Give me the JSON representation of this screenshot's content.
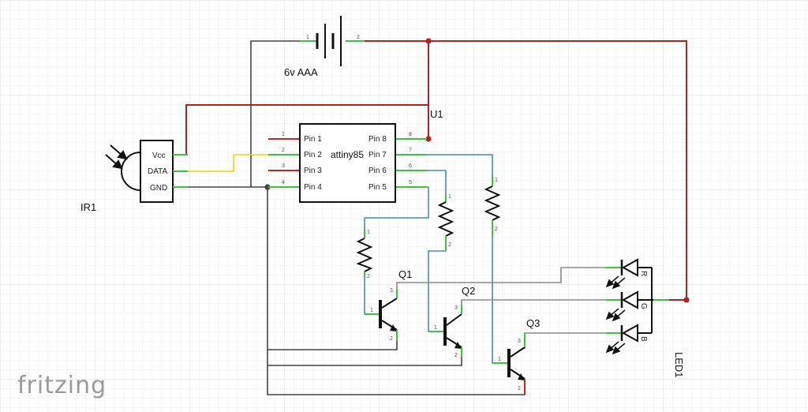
{
  "battery": {
    "label": "6v AAA",
    "pin1": "1",
    "pin2": "2"
  },
  "ir_sensor": {
    "ref": "IR1",
    "pins": [
      "Vcc",
      "DATA",
      "GND"
    ]
  },
  "mcu": {
    "ref": "U1",
    "name": "attiny85",
    "left_pins": [
      {
        "label": "Pin 1",
        "num": "1"
      },
      {
        "label": "Pin 2",
        "num": "2"
      },
      {
        "label": "Pin 3",
        "num": "3"
      },
      {
        "label": "Pin 4",
        "num": "4"
      }
    ],
    "right_pins": [
      {
        "label": "Pin 8",
        "num": "8"
      },
      {
        "label": "Pin 7",
        "num": "7"
      },
      {
        "label": "Pin 6",
        "num": "6"
      },
      {
        "label": "Pin 5",
        "num": "5"
      }
    ]
  },
  "transistors": {
    "q1": "Q1",
    "q2": "Q2",
    "q3": "Q3"
  },
  "led": {
    "ref": "LED1",
    "channels": [
      "R",
      "G",
      "B"
    ]
  },
  "pin_marks": {
    "one": "1",
    "two": "2",
    "three": "3"
  },
  "branding": {
    "logo": "fritzing"
  },
  "colors": {
    "power": "#b22222",
    "ground": "#444444",
    "signal_yellow": "#e8d800",
    "signal_blue": "#4a86c8",
    "led_wire": "#8a8a8a",
    "pin_green": "#3cc43c",
    "grid": "#e6e6e6"
  }
}
